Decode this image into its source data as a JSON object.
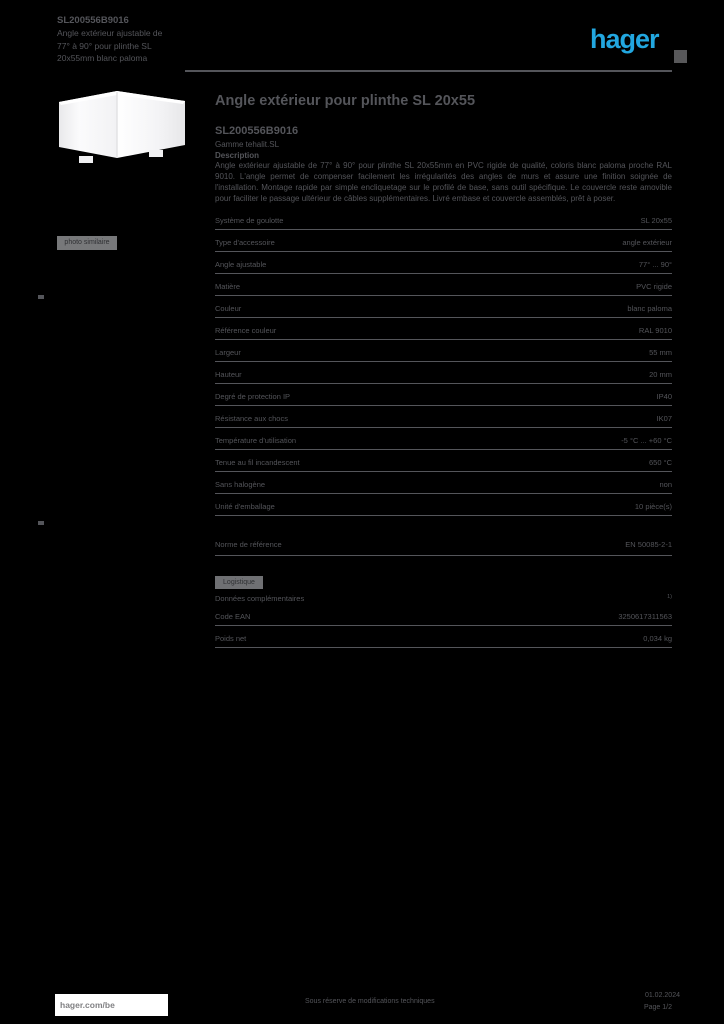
{
  "header": {
    "ref": "SL200556B9016",
    "line2": "Angle extérieur ajustable de",
    "line3": "77° à 90° pour plinthe SL",
    "line4": "20x55mm blanc paloma",
    "logo_text": "hager"
  },
  "photo": {
    "caption": "photo similaire"
  },
  "product": {
    "title": "Angle extérieur pour plinthe SL 20x55",
    "reference": "SL200556B9016",
    "range": "Gamme tehalit.SL",
    "description_label": "Description",
    "description": "Angle extérieur ajustable de 77° à 90° pour plinthe SL 20x55mm en PVC rigide de qualité, coloris blanc paloma proche RAL 9010. L'angle permet de compenser facilement les irrégularités des angles de murs et assure une finition soignée de l'installation. Montage rapide par simple encliquetage sur le profilé de base, sans outil spécifique. Le couvercle reste amovible pour faciliter le passage ultérieur de câbles supplémentaires. Livré embase et couvercle assemblés, prêt à poser."
  },
  "attributes": [
    {
      "label": "Système de goulotte",
      "value": "SL 20x55"
    },
    {
      "label": "Type d'accessoire",
      "value": "angle extérieur"
    },
    {
      "label": "Angle ajustable",
      "value": "77° ... 90°"
    },
    {
      "label": "Matière",
      "value": "PVC rigide"
    },
    {
      "label": "Couleur",
      "value": "blanc paloma"
    },
    {
      "label": "Référence couleur",
      "value": "RAL 9010"
    },
    {
      "label": "Largeur",
      "value": "55 mm"
    },
    {
      "label": "Hauteur",
      "value": "20 mm"
    },
    {
      "label": "Degré de protection IP",
      "value": "IP40"
    },
    {
      "label": "Résistance aux chocs",
      "value": "IK07"
    },
    {
      "label": "Température d'utilisation",
      "value": "-5 °C ... +60 °C"
    },
    {
      "label": "Tenue au fil incandescent",
      "value": "650 °C"
    },
    {
      "label": "Sans halogène",
      "value": "non"
    },
    {
      "label": "Unité d'emballage",
      "value": "10 pièce(s)"
    }
  ],
  "norms": {
    "label": "Norme de référence",
    "value": "EN 50085-2-1"
  },
  "logistics": {
    "chip": "Logistique",
    "note": "Données complémentaires",
    "note_sup": "1)",
    "rows": [
      {
        "label": "Code EAN",
        "value": "3250617311563"
      },
      {
        "label": "Poids net",
        "value": "0,034 kg"
      }
    ]
  },
  "footer": {
    "site": "hager.com/be",
    "notice": "Sous réserve de modifications techniques",
    "date": "01.02.2024",
    "page": "Page 1/2"
  },
  "colors": {
    "accent": "#22A7E0",
    "ink": "#54555A",
    "background": "#000000"
  }
}
